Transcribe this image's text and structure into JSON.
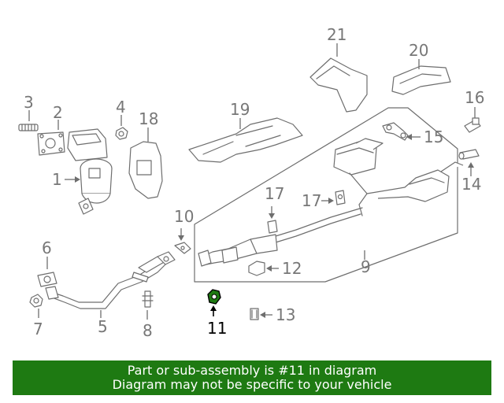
{
  "diagram": {
    "callouts": {
      "c1": "1",
      "c2": "2",
      "c3": "3",
      "c4": "4",
      "c5": "5",
      "c6": "6",
      "c7": "7",
      "c8": "8",
      "c9": "9",
      "c10": "10",
      "c11": "11",
      "c12": "12",
      "c13": "13",
      "c14": "14",
      "c15": "15",
      "c16": "16",
      "c17a": "17",
      "c17b": "17",
      "c18": "18",
      "c19": "19",
      "c20": "20",
      "c21": "21"
    },
    "highlighted_part": "11",
    "highlight_color": "#1e7a12"
  },
  "banner": {
    "line1": "Part or sub-assembly is #11 in diagram",
    "line2": "Diagram may not be specific to your vehicle",
    "background": "#1e7a12",
    "text_color": "#ffffff"
  }
}
